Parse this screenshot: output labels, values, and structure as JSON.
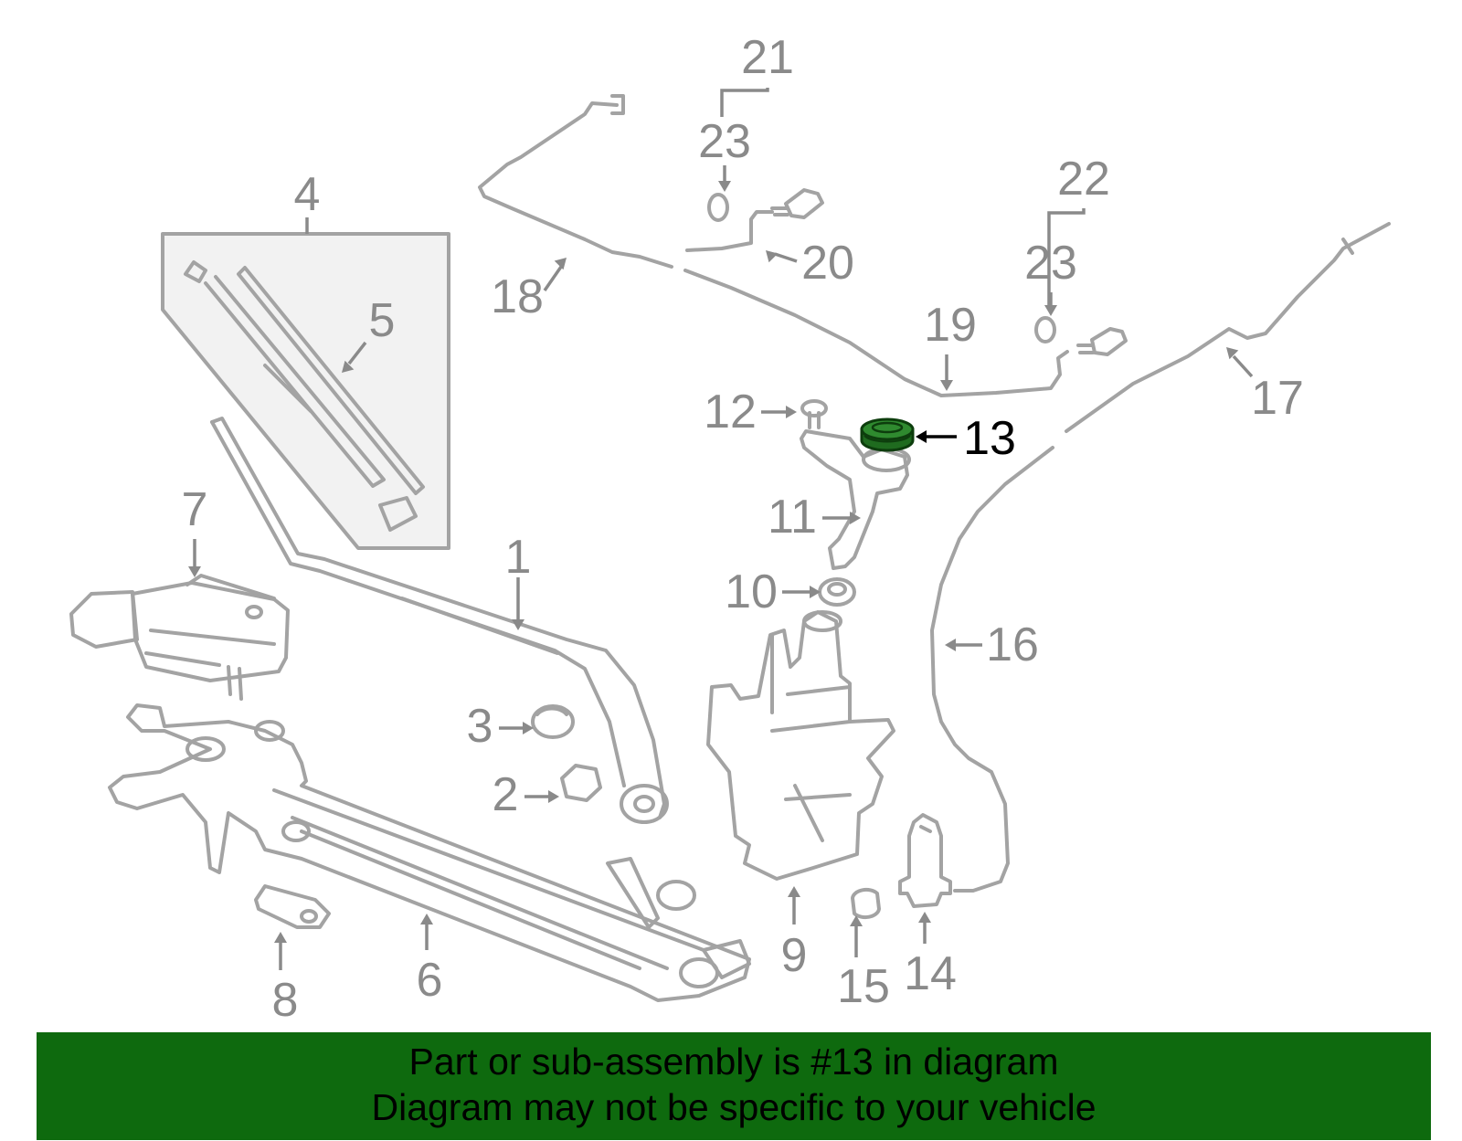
{
  "callouts": {
    "c1": "1",
    "c2": "2",
    "c3": "3",
    "c4": "4",
    "c5": "5",
    "c6": "6",
    "c7": "7",
    "c8": "8",
    "c9": "9",
    "c10": "10",
    "c11": "11",
    "c12": "12",
    "c13": "13",
    "c14": "14",
    "c15": "15",
    "c16": "16",
    "c17": "17",
    "c18": "18",
    "c19": "19",
    "c20": "20",
    "c21": "21",
    "c22": "22",
    "c23a": "23",
    "c23b": "23"
  },
  "highlight": {
    "part": "13",
    "color": "#1f6b1f"
  },
  "banner": {
    "line1": "Part or sub-assembly is #13 in diagram",
    "line2": "Diagram may not be specific to your vehicle",
    "background": "#0e6a0e"
  }
}
